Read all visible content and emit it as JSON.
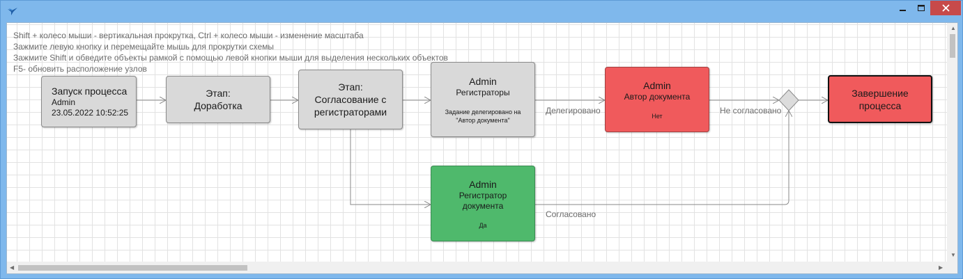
{
  "hints": [
    "Shift + колесо мыши - вертикальная прокрутка, Ctrl + колесо мыши - изменение масштаба",
    "Зажмите левую кнопку и перемещайте мышь для прокрутки схемы",
    "Зажмите Shift и обведите объекты рамкой с помощью левой кнопки мыши для выделения нескольких объектов",
    "F5- обновить расположение узлов"
  ],
  "nodes": {
    "start": {
      "title": "Запуск процесса",
      "user": "Admin",
      "date": "23.05.2022 10:52:25"
    },
    "stage_rework": {
      "line1": "Этап:",
      "line2": "Доработка"
    },
    "stage_approve": {
      "line1": "Этап:",
      "line2": "Согласование с",
      "line3": "регистраторами"
    },
    "registrars": {
      "user": "Admin",
      "role": "Регистраторы",
      "note1": "Задание делегировано на",
      "note2": "\"Автор документа\""
    },
    "author": {
      "user": "Admin",
      "role": "Автор документа",
      "result": "Нет"
    },
    "doc_registrar": {
      "user": "Admin",
      "role1": "Регистратор",
      "role2": "документа",
      "result": "Да"
    },
    "end": {
      "line1": "Завершение",
      "line2": "процесса"
    }
  },
  "edge_labels": {
    "delegated": "Делегировано",
    "not_approved": "Не согласовано",
    "approved": "Согласовано"
  },
  "colors": {
    "gray_node": "#d9d9d9",
    "red_node": "#f05a5c",
    "green_node": "#4fb96c",
    "title_bar": "#7fb8ec",
    "close_button": "#c74a4a"
  },
  "icons": {
    "app": "bird-logo-icon",
    "minimize": "minimize-icon",
    "maximize": "maximize-icon",
    "close": "close-icon"
  }
}
